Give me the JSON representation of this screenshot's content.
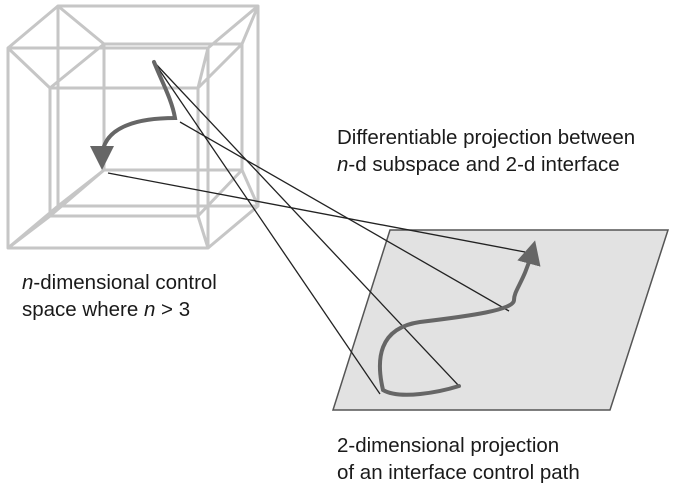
{
  "labels": {
    "projection": {
      "line1": "Differentiable projection between",
      "line2_var": "n",
      "line2_rest": "-d subspace and 2-d interface"
    },
    "control_space": {
      "line1_var": "n",
      "line1_rest": "-dimensional control",
      "line2_pre": "space where ",
      "line2_var": "n",
      "line2_post": " > 3"
    },
    "path_projection": {
      "line1": "2-dimensional projection",
      "line2": "of an interface control path"
    }
  },
  "colors": {
    "hypercube_edges": "#c6c6c6",
    "plane_fill": "#e2e2e2",
    "plane_stroke": "#555555",
    "projection_lines": "#222222",
    "path_stroke": "#666666",
    "text": "#1a1a1a"
  }
}
